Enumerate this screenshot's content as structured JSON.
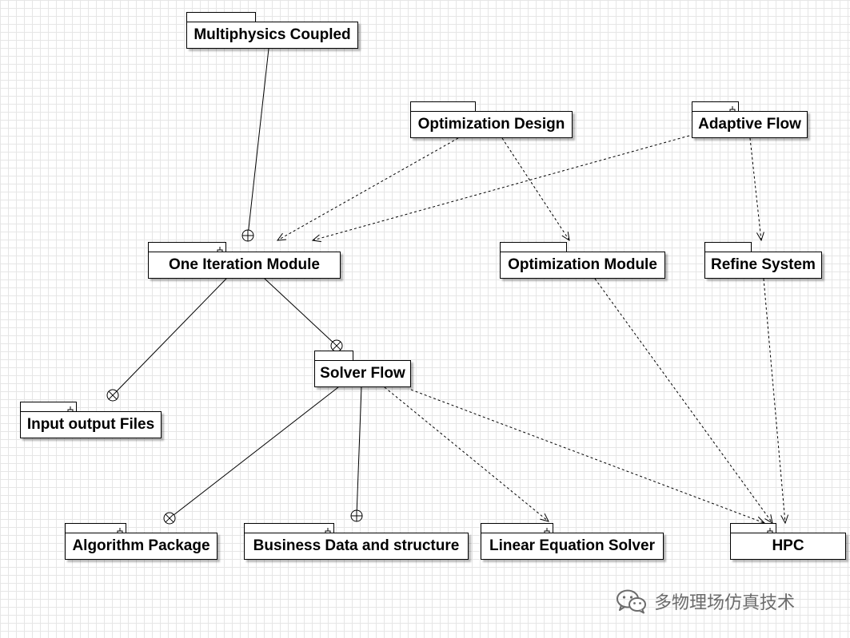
{
  "packages": [
    {
      "id": "multiphysics",
      "label": "Multiphysics Coupled",
      "glyph": false
    },
    {
      "id": "optimization-design",
      "label": "Optimization Design",
      "glyph": false
    },
    {
      "id": "adaptive-flow",
      "label": "Adaptive Flow",
      "glyph": true
    },
    {
      "id": "one-iteration",
      "label": "One Iteration Module",
      "glyph": true
    },
    {
      "id": "optimization-module",
      "label": "Optimization Module",
      "glyph": false
    },
    {
      "id": "refine-system",
      "label": "Refine System",
      "glyph": false
    },
    {
      "id": "solver-flow",
      "label": "Solver Flow",
      "glyph": false
    },
    {
      "id": "input-output",
      "label": "Input output Files",
      "glyph": true
    },
    {
      "id": "algorithm",
      "label": "Algorithm Package",
      "glyph": true
    },
    {
      "id": "business-data",
      "label": "Business Data and structure",
      "glyph": true
    },
    {
      "id": "linear-solver",
      "label": "Linear Equation Solver",
      "glyph": true
    },
    {
      "id": "hpc",
      "label": "HPC",
      "glyph": true
    }
  ],
  "relations": [
    {
      "from": "multiphysics",
      "to": "one-iteration",
      "type": "containment"
    },
    {
      "from": "one-iteration",
      "to": "solver-flow",
      "type": "containment"
    },
    {
      "from": "one-iteration",
      "to": "input-output",
      "type": "containment"
    },
    {
      "from": "solver-flow",
      "to": "algorithm",
      "type": "containment"
    },
    {
      "from": "solver-flow",
      "to": "business-data",
      "type": "containment"
    },
    {
      "from": "optimization-design",
      "to": "one-iteration",
      "type": "dependency"
    },
    {
      "from": "adaptive-flow",
      "to": "one-iteration",
      "type": "dependency"
    },
    {
      "from": "optimization-design",
      "to": "optimization-module",
      "type": "dependency"
    },
    {
      "from": "adaptive-flow",
      "to": "refine-system",
      "type": "dependency"
    },
    {
      "from": "solver-flow",
      "to": "linear-solver",
      "type": "dependency"
    },
    {
      "from": "solver-flow",
      "to": "hpc",
      "type": "dependency"
    },
    {
      "from": "optimization-module",
      "to": "hpc",
      "type": "dependency"
    },
    {
      "from": "refine-system",
      "to": "hpc",
      "type": "dependency"
    }
  ],
  "watermark": {
    "text": "多物理场仿真技术",
    "icon": "wechat-icon"
  }
}
